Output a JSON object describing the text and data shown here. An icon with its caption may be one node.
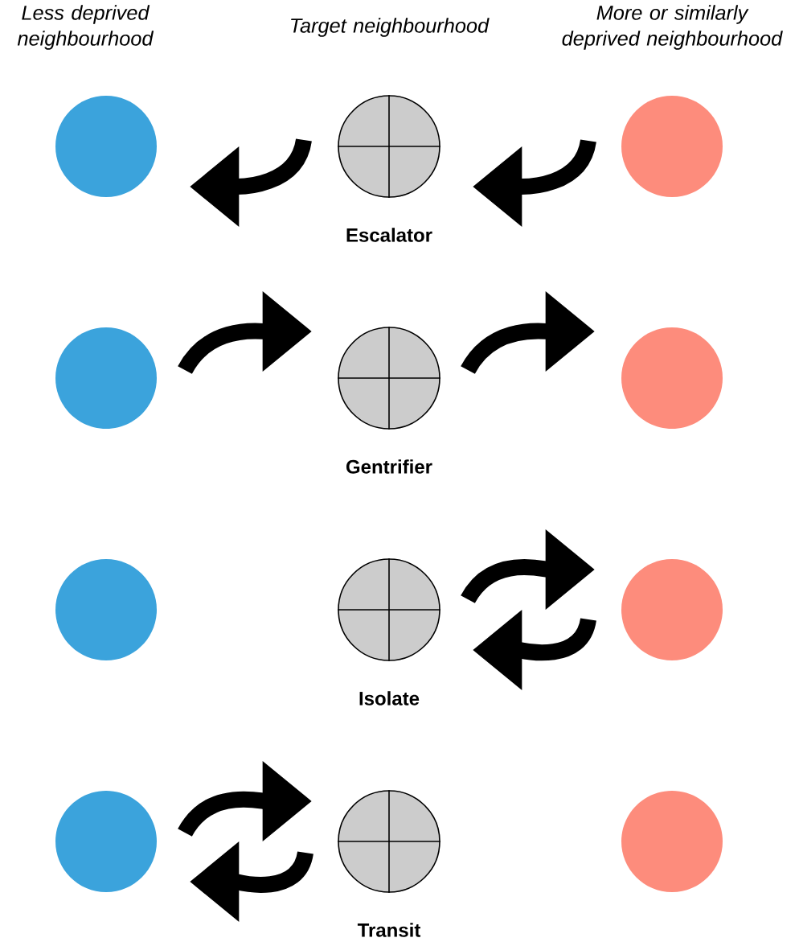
{
  "diagram": {
    "nodes": [
      {
        "text": [],
        "shape": "circle"
      },
      {
        "text": [],
        "shape": "circle",
        "beside": [
          "Escalator"
        ]
      },
      {
        "text": [],
        "shape": "circle"
      },
      {
        "text": [],
        "shape": "circle"
      },
      {
        "text": [],
        "shape": "circle",
        "beside": [
          "Gentrifier"
        ]
      },
      {
        "text": [],
        "shape": "circle"
      },
      {
        "text": [],
        "shape": "circle"
      },
      {
        "text": [],
        "shape": "circle",
        "beside": [
          "Isolate"
        ]
      },
      {
        "text": [],
        "shape": "circle"
      },
      {
        "text": [],
        "shape": "circle"
      },
      {
        "text": [],
        "shape": "circle",
        "beside": [
          "Transit"
        ]
      },
      {
        "text": [],
        "shape": "circle"
      }
    ],
    "edges": [
      {
        "from": 1,
        "to": 0,
        "arrow": "to"
      },
      {
        "from": 2,
        "to": 1,
        "arrow": "to"
      },
      {
        "from": 3,
        "to": 4,
        "arrow": "to"
      },
      {
        "from": 4,
        "to": 5,
        "arrow": "to"
      },
      {
        "from": 7,
        "to": 8,
        "arrow": "to"
      },
      {
        "from": 8,
        "to": 7,
        "arrow": "to"
      },
      {
        "from": 9,
        "to": 10,
        "arrow": "to"
      },
      {
        "from": 10,
        "to": 9,
        "arrow": "to"
      }
    ],
    "labels": [
      "Less deprived neighbourhood",
      "Target neighbourhood",
      "More or similarly deprived neighbourhood"
    ]
  }
}
